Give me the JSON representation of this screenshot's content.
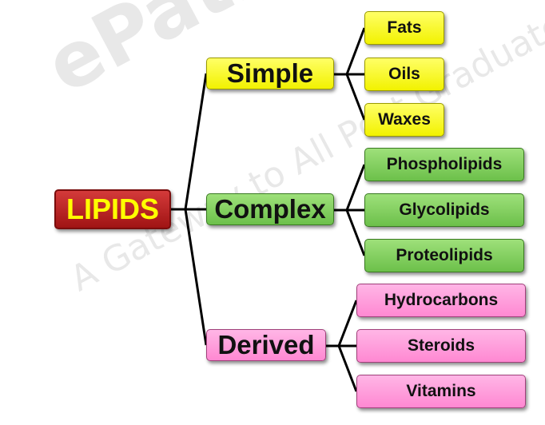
{
  "watermark": {
    "logo_text": "ePathshala",
    "tagline": "A Gateway to All Post Graduate Courses"
  },
  "root": {
    "label": "LIPIDS",
    "color": "#c0272d",
    "text_color": "#ffff00"
  },
  "categories": [
    {
      "label": "Simple",
      "color": "#ffff33",
      "items": [
        "Fats",
        "Oils",
        "Waxes"
      ]
    },
    {
      "label": "Complex",
      "color": "#7fcc5a",
      "items": [
        "Phospholipids",
        "Glycolipids",
        "Proteolipids"
      ]
    },
    {
      "label": "Derived",
      "color": "#ff99dd",
      "items": [
        "Hydrocarbons",
        "Steroids",
        "Vitamins"
      ]
    }
  ]
}
